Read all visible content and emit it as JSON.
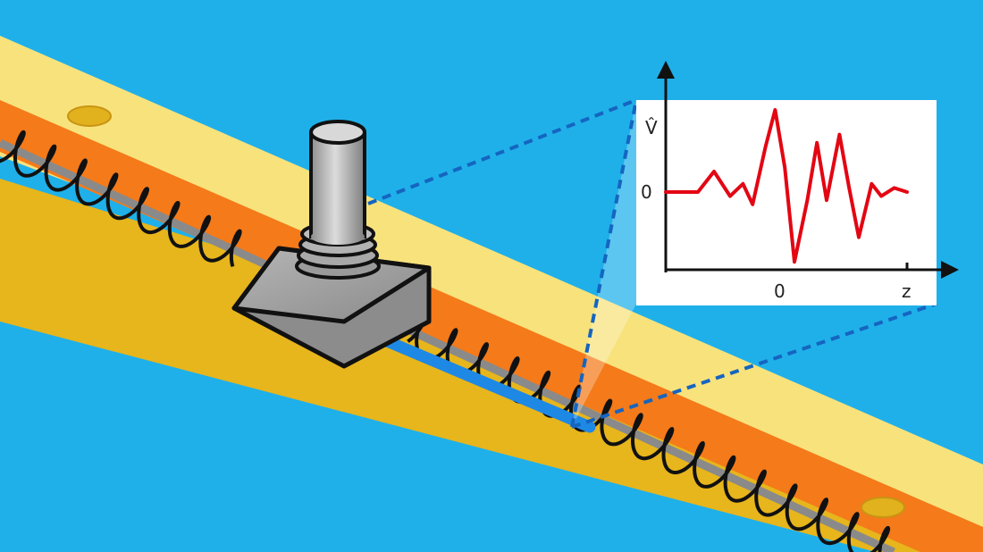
{
  "colors": {
    "background": "#1fb0ea",
    "rail": "#f7e07a",
    "rail_shadow": "#e7b51c",
    "groove": "#f47a1a",
    "coil": "#111111",
    "wire": "#8a8a8a",
    "probe": "#1e88e5",
    "signal": "#e30613",
    "knob": "#b9b9b9",
    "projection": "#1565c0"
  },
  "icons": {
    "knob": "rotary-knob-icon",
    "probe": "probe-rod-icon",
    "coil": "helical-coil-icon"
  },
  "plot": {
    "y_axis_label": "V̂",
    "y_zero_label": "0",
    "x_zero_label": "0",
    "x_axis_label": "z"
  },
  "chart_data": {
    "type": "line",
    "title": "",
    "xlabel": "z",
    "ylabel": "V̂",
    "grid": false,
    "series": [
      {
        "values": [
          [
            0.0,
            0.0
          ],
          [
            0.1,
            0.0
          ],
          [
            0.15,
            0.25
          ],
          [
            0.2,
            -0.05
          ],
          [
            0.24,
            0.1
          ],
          [
            0.27,
            -0.15
          ],
          [
            0.31,
            0.55
          ],
          [
            0.34,
            1.0
          ],
          [
            0.37,
            0.3
          ],
          [
            0.4,
            -0.85
          ],
          [
            0.44,
            -0.1
          ],
          [
            0.47,
            0.6
          ],
          [
            0.5,
            -0.1
          ],
          [
            0.54,
            0.7
          ],
          [
            0.57,
            0.05
          ],
          [
            0.6,
            -0.55
          ],
          [
            0.64,
            0.1
          ],
          [
            0.67,
            -0.05
          ],
          [
            0.71,
            0.05
          ],
          [
            0.75,
            0.0
          ]
        ]
      }
    ]
  }
}
